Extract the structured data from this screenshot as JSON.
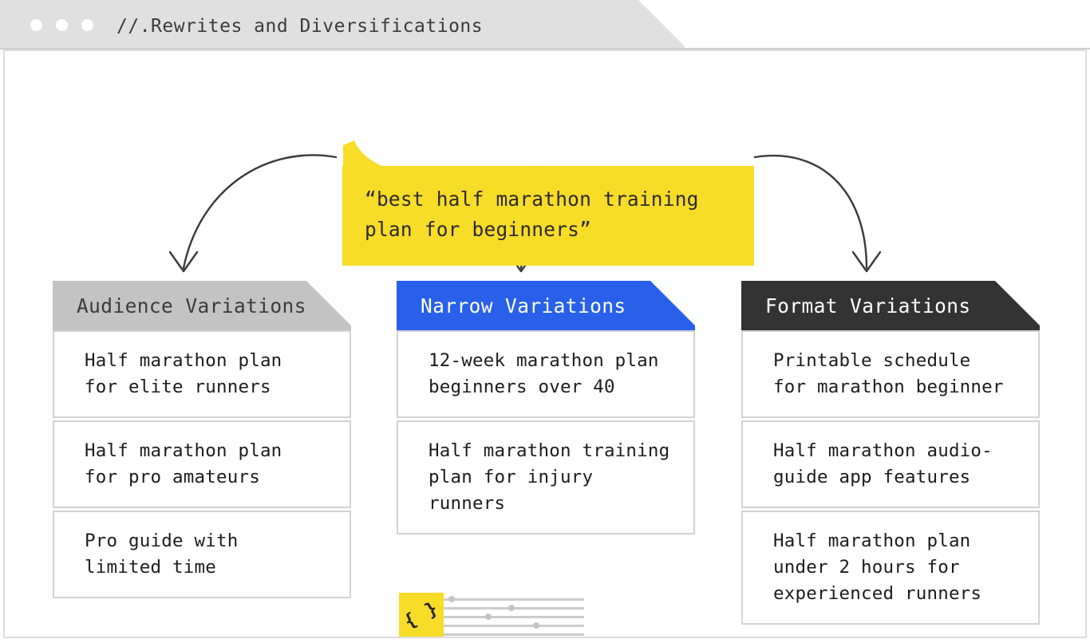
{
  "window": {
    "title": "//.Rewrites and Diversifications",
    "traffic_lights": [
      "close-dot",
      "minimize-dot",
      "maximize-dot"
    ]
  },
  "callout": {
    "query": "“best half marathon training\n plan for beginners”",
    "color": "#F7DC28"
  },
  "columns": [
    {
      "id": "audience",
      "header": "Audience Variations",
      "header_color": "#C3C3C3",
      "header_text_color": "#3B3B3B",
      "items": [
        "Half marathon plan\nfor elite runners",
        "Half marathon plan\nfor pro amateurs",
        "Pro guide with\nlimited time"
      ]
    },
    {
      "id": "narrow",
      "header": "Narrow Variations",
      "header_color": "#2860EA",
      "header_text_color": "#FFFFFF",
      "items": [
        "12-week marathon plan\nbeginners over 40",
        "Half marathon training\nplan for injury runners"
      ]
    },
    {
      "id": "format",
      "header": "Format Variations",
      "header_color": "#333333",
      "header_text_color": "#FFFFFF",
      "items": [
        "Printable schedule\nfor marathon beginner",
        "Half marathon audio-\nguide app features",
        "Half marathon plan\nunder 2 hours for\nexperienced runners"
      ]
    }
  ],
  "snippet": {
    "icon": "curly-braces-icon",
    "glyph": "{ }",
    "badge_color": "#F7DC28",
    "line_count": 5,
    "dot_count": 4
  },
  "arrows": [
    {
      "name": "arrow-to-audience",
      "from": "callout-left",
      "to": "audience-column"
    },
    {
      "name": "arrow-to-narrow",
      "from": "callout-bottom",
      "to": "narrow-column"
    },
    {
      "name": "arrow-to-format",
      "from": "callout-right",
      "to": "format-column"
    }
  ],
  "theme": {
    "accent_yellow": "#F7DC28",
    "accent_blue": "#2860EA",
    "dark": "#333333",
    "chrome_gray": "#E0E0E0",
    "border_gray": "#D3D3D3",
    "text_dark": "#1C1C1C"
  }
}
